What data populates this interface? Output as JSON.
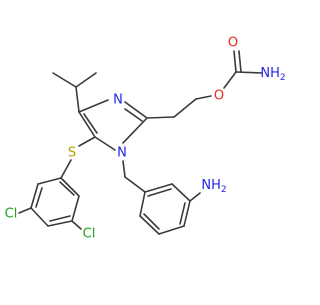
{
  "molecule": {
    "atom_labels": {
      "o_carbonyl": "O",
      "nh2_carbamate": "NH",
      "nh2_carbamate_sub": "2",
      "o_ester": "O",
      "n_imidazole": "N",
      "n_benzyl": "N",
      "s_thioether": "S",
      "nh2_aniline_n": "NH",
      "nh2_aniline_sub": "2",
      "cl_left": "Cl",
      "cl_right": "Cl"
    },
    "colors": {
      "bond": "#3a3a3a",
      "oxygen": "#e8271f",
      "nitrogen": "#2424e6",
      "sulfur": "#b0a000",
      "chlorine": "#1fa01f"
    }
  }
}
